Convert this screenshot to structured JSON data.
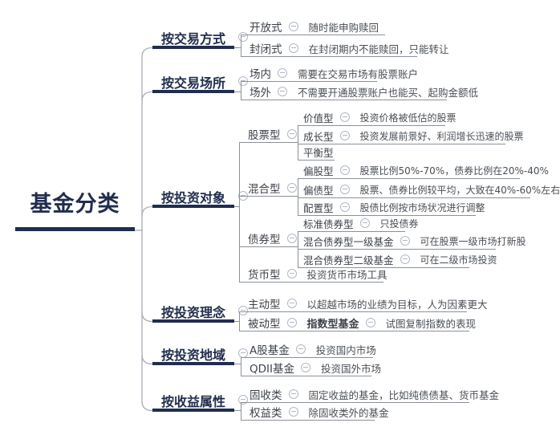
{
  "theme": {
    "accent_navy": "#212d4d",
    "underline_gray": "#8b9199",
    "connector_gray": "#a9aeb6",
    "icon_gray": "#b1b8c4",
    "label_text": "#3d4249",
    "desc_text": "#4a4f55",
    "background": "#ffffff"
  },
  "root": {
    "label": "基金分类"
  },
  "branches": [
    {
      "label": "按交易方式",
      "children": [
        {
          "label": "开放式",
          "desc": "随时能申购赎回"
        },
        {
          "label": "封闭式",
          "desc": "在封闭期内不能赎回，只能转让"
        }
      ]
    },
    {
      "label": "按交易场所",
      "children": [
        {
          "label": "场内",
          "desc": "需要在交易市场有股票账户"
        },
        {
          "label": "场外",
          "desc": "不需要开通股票账户也能买、起购金额低"
        }
      ]
    },
    {
      "label": "按投资对象",
      "children": [
        {
          "label": "股票型",
          "children": [
            {
              "label": "价值型",
              "desc": "投资价格被低估的股票"
            },
            {
              "label": "成长型",
              "desc": "投资发展前景好、利润增长迅速的股票"
            },
            {
              "label": "平衡型"
            }
          ]
        },
        {
          "label": "混合型",
          "children": [
            {
              "label": "偏股型",
              "desc": "股票比例50%-70%，债券比例在20%-40%"
            },
            {
              "label": "偏债型",
              "desc": "股票、债券比例较平均，大致在40%-60%左右"
            },
            {
              "label": "配置型",
              "desc": "股债比例按市场状况进行调整"
            }
          ]
        },
        {
          "label": "债券型",
          "children": [
            {
              "label": "标准债券型",
              "desc": "只投债券"
            },
            {
              "label": "混合债券型一级基金",
              "desc": "可在股票一级市场打新股"
            },
            {
              "label": "混合债券型二级基金",
              "desc": "可在二级市场投资"
            }
          ]
        },
        {
          "label": "货币型",
          "desc": "投资货币市场工具"
        }
      ]
    },
    {
      "label": "按投资理念",
      "children": [
        {
          "label": "主动型",
          "desc": "以超越市场的业绩为目标，人为因素更大"
        },
        {
          "label": "被动型",
          "sub": "指数型基金",
          "desc": "试图复制指数的表现"
        }
      ]
    },
    {
      "label": "按投资地域",
      "children": [
        {
          "label": "A股基金",
          "desc": "投资国内市场"
        },
        {
          "label": "QDII基金",
          "desc": "投资国外市场"
        }
      ]
    },
    {
      "label": "按收益属性",
      "children": [
        {
          "label": "固收类",
          "desc": "固定收益的基金，比如纯债债基、货币基金"
        },
        {
          "label": "权益类",
          "desc": "除固收类外的基金"
        }
      ]
    }
  ]
}
